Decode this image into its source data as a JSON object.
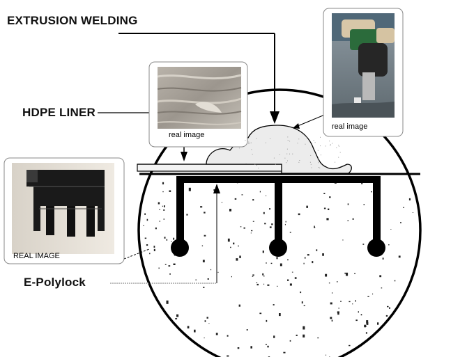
{
  "labels": {
    "extrusion_welding": "EXTRUSION WELDING",
    "hdpe_liner": "HDPE LINER",
    "e_polylock": "E-Polylock"
  },
  "captions": {
    "liner_photo": "real image",
    "welder_photo": "real image",
    "profile_photo": "REAL  IMAGE"
  },
  "colors": {
    "ink": "#000000",
    "speckle": "#222222",
    "weld_fill": "#ededed",
    "liner_fill": "#f0f0f0"
  }
}
